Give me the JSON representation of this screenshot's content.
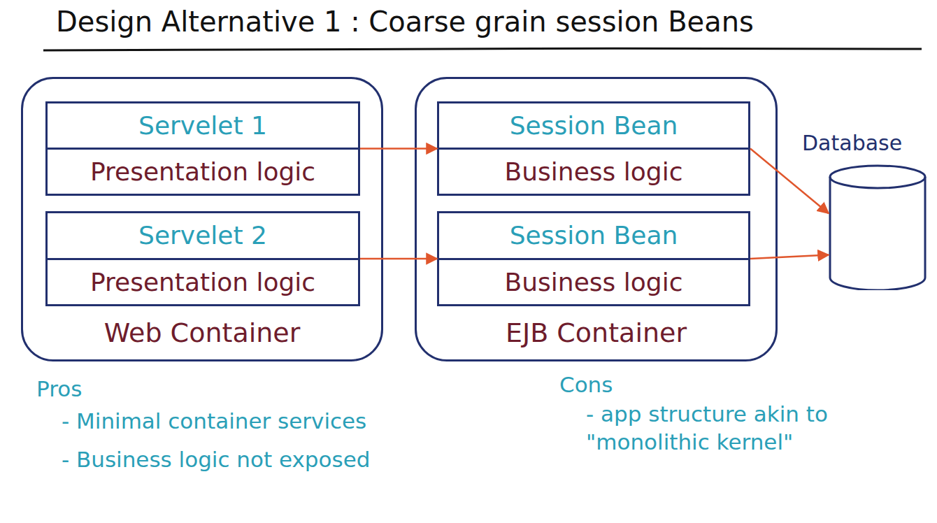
{
  "diagram": {
    "title": "Design Alternative 1 : Coarse grain session Beans",
    "nodes": [
      {
        "text": [
          "Web Container"
        ]
      },
      {
        "text": [
          "Servelet 1",
          "Presentation logic"
        ],
        "in": 0
      },
      {
        "text": [
          "Servelet 2",
          "Presentation logic"
        ],
        "in": 0
      },
      {
        "text": [
          "EJB Container"
        ]
      },
      {
        "text": [
          "Session Bean",
          "Business logic"
        ],
        "in": 3
      },
      {
        "text": [
          "Session Bean",
          "Business logic"
        ],
        "in": 3
      },
      {
        "text": [
          "Database"
        ]
      }
    ],
    "edges": [
      {
        "from": 1,
        "to": 4,
        "arrow": "to"
      },
      {
        "from": 2,
        "to": 5,
        "arrow": "to"
      },
      {
        "from": 4,
        "to": 6,
        "arrow": "to"
      },
      {
        "from": 5,
        "to": 6,
        "arrow": "to"
      }
    ],
    "labels": [
      "Pros",
      "- Minimal container services",
      "- Business logic not exposed",
      "Cons",
      "- app structure akin to \"monolithic kernel\""
    ]
  }
}
